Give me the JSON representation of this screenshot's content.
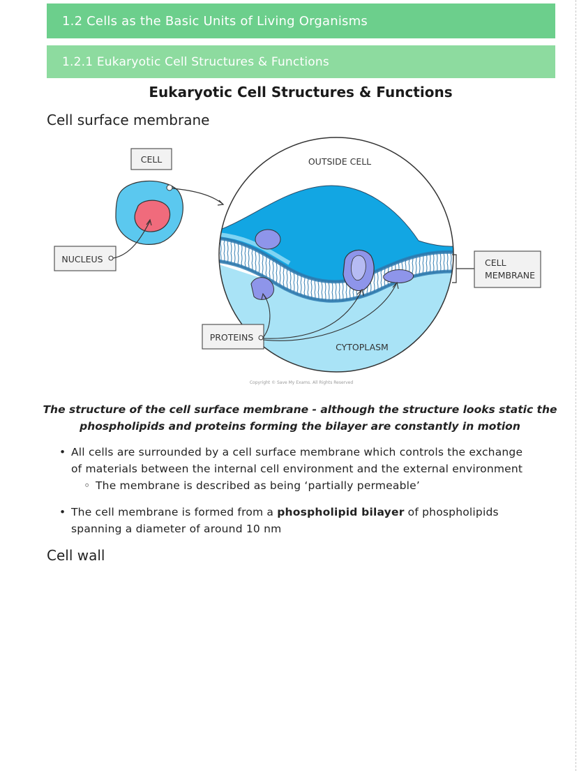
{
  "banners": {
    "section": "1.2 Cells as the Basic Units of Living Organisms",
    "subsection": "1.2.1 Eukaryotic Cell Structures & Functions"
  },
  "page_title": "Eukaryotic Cell Structures & Functions",
  "headings": {
    "membrane": "Cell surface membrane",
    "wall": "Cell wall"
  },
  "diagram": {
    "labels": {
      "cell": "CELL",
      "nucleus": "NUCLEUS",
      "outside_cell": "OUTSIDE  CELL",
      "cell_membrane_line1": "CELL",
      "cell_membrane_line2": "MEMBRANE",
      "proteins": "PROTEINS",
      "cytoplasm": "CYTOPLASM"
    },
    "copyright": "Copyright © Save My Exams. All Rights Reserved",
    "colors": {
      "outer_cell": "#5bc8ef",
      "nucleus": "#f06b7c",
      "outside_blue": "#12a6e3",
      "cytoplasm": "#a9e3f6",
      "protein": "#8e95ea"
    }
  },
  "caption": {
    "line1": "The structure of the cell surface membrane - although the structure looks static the",
    "line2": "phospholipids and proteins forming the bilayer are constantly in motion"
  },
  "bullets": {
    "b1_line1": "All cells are surrounded by a cell surface membrane which controls the exchange",
    "b1_line2": "of materials between the internal cell environment and the external environment",
    "b1_sub": "The membrane is described as being ‘partially permeable’",
    "b2_pre": "The cell membrane is formed from a ",
    "b2_bold": "phospholipid bilayer",
    "b2_post": " of phospholipids",
    "b2_line2": "spanning a diameter of around 10 nm"
  }
}
